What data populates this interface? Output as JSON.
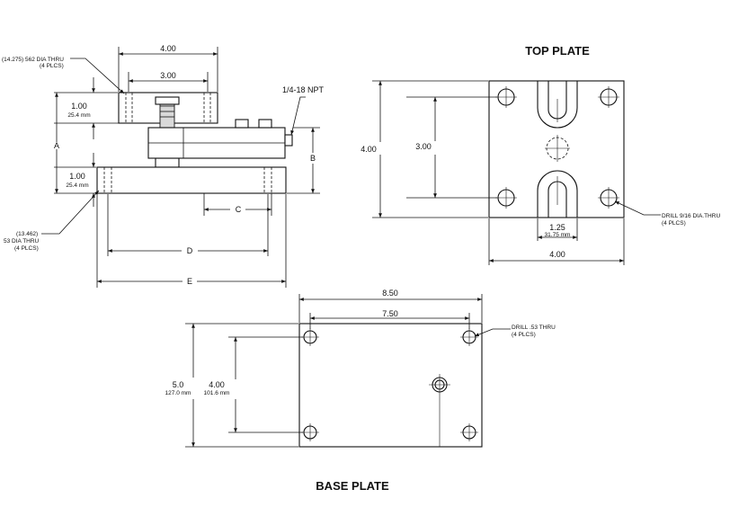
{
  "titles": {
    "top_plate": "TOP PLATE",
    "base_plate": "BASE PLATE"
  },
  "side_view": {
    "width_top": "4.00",
    "hole_spacing_top": "3.00",
    "top_hole_note_line1": "(14.275) 562 DIA THRU",
    "top_hole_note_line2": "(4 PLCS)",
    "top_thickness": "1.00",
    "top_thickness_mm": "25.4 mm",
    "base_thickness": "1.00",
    "base_thickness_mm": "25.4 mm",
    "npt": "1/4-18 NPT",
    "label_a": "A",
    "label_b": "B",
    "label_c": "C",
    "label_d": "D",
    "label_e": "E",
    "base_hole_note_line1": "(13.462)",
    "base_hole_note_line2": "53 DIA THRU",
    "base_hole_note_line3": "(4 PLCS)"
  },
  "top_plate": {
    "height": "4.00",
    "hole_spacing": "3.00",
    "slot_spacing": "1.25",
    "slot_spacing_mm": "31.75 mm",
    "width": "4.00",
    "drill_note_line1": "DRILL 9/16 DIA.THRU",
    "drill_note_line2": "(4 PLCS)"
  },
  "base_plate": {
    "width": "8.50",
    "hole_spacing_x": "7.50",
    "height": "5.0",
    "height_mm": "127.0 mm",
    "hole_spacing_y": "4.00",
    "hole_spacing_y_mm": "101.6 mm",
    "drill_note_line1": "DRILL .53 THRU",
    "drill_note_line2": "(4 PLCS)"
  }
}
